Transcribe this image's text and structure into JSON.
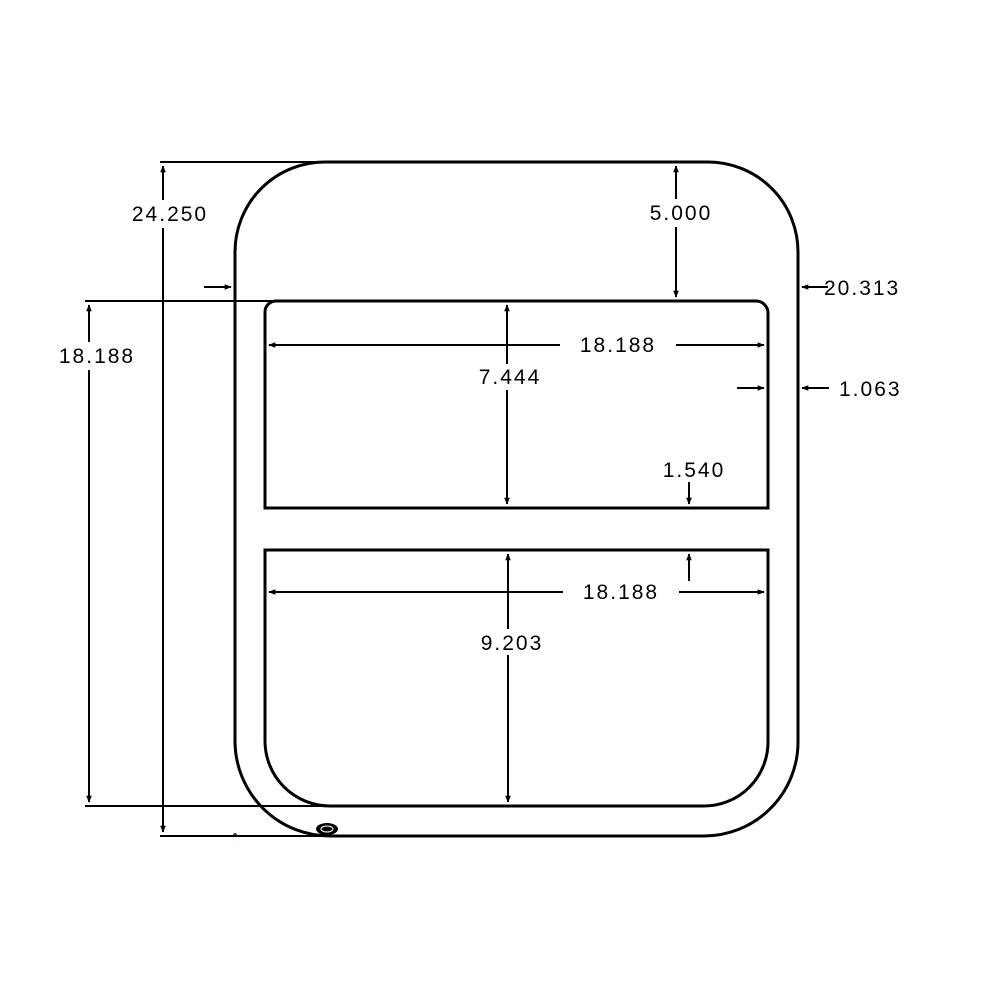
{
  "dimensions": {
    "overall_height": "24.250",
    "top_margin": "5.000",
    "overall_width": "20.313",
    "inner_height": "18.188",
    "upper_width": "18.188",
    "upper_height": "7.444",
    "side_wall": "1.063",
    "divider_gap": "1.540",
    "lower_width": "18.188",
    "lower_height": "9.203"
  },
  "colors": {
    "line": "#000000",
    "background": "#ffffff",
    "marker_dot": "#8b2b2b"
  }
}
